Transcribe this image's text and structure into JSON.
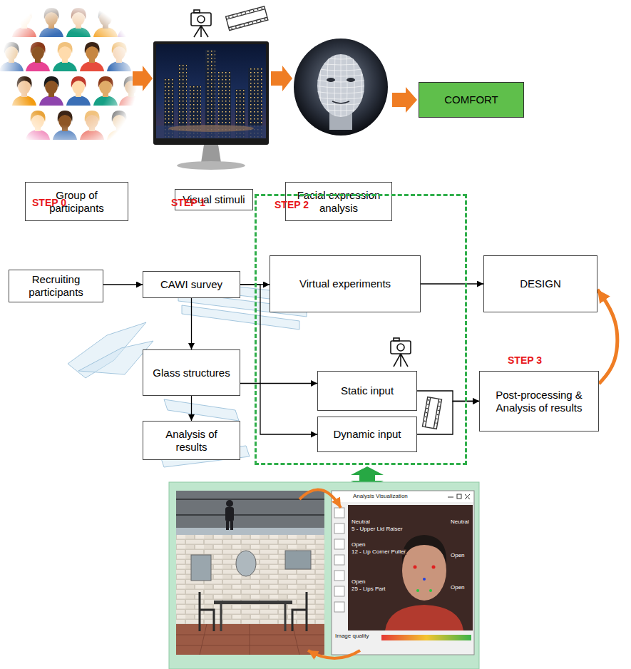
{
  "diagram": {
    "nodes": [
      {
        "text": [
          "Group of participants"
        ]
      },
      {
        "text": [
          "Visual stimuli"
        ]
      },
      {
        "text": [
          "Facial expression analysis"
        ]
      },
      {
        "text": [
          "COMFORT"
        ]
      },
      {
        "text": [
          "Recruiting participants"
        ]
      },
      {
        "text": [
          "CAWI survey"
        ]
      },
      {
        "text": [
          "STEP 2"
        ]
      },
      {
        "text": [
          "Virtual experiments"
        ],
        "in": 6
      },
      {
        "text": [
          "DESIGN"
        ]
      },
      {
        "text": [
          "Glass structures"
        ]
      },
      {
        "text": [
          "Static input"
        ],
        "in": 6
      },
      {
        "text": [
          "Dynamic input"
        ],
        "in": 6
      },
      {
        "text": [
          "Post-processing & Analysis of results"
        ]
      },
      {
        "text": [
          "Analysis of results"
        ]
      }
    ],
    "edges": [
      {
        "from": 4,
        "to": 5,
        "arrow": "to"
      },
      {
        "from": 5,
        "to": 7,
        "arrow": "to"
      },
      {
        "from": 5,
        "to": 9,
        "arrow": "to"
      },
      {
        "from": 9,
        "to": 13,
        "arrow": "to"
      },
      {
        "from": 7,
        "to": 8,
        "arrow": "to"
      },
      {
        "from": 9,
        "to": 10,
        "arrow": "to"
      },
      {
        "from": 5,
        "to": 11,
        "arrow": "to"
      },
      {
        "from": 10,
        "to": 12,
        "arrow": "to"
      },
      {
        "from": 11,
        "to": 12,
        "arrow": "to"
      },
      {
        "from": 12,
        "to": 8,
        "arrow": "to"
      }
    ],
    "labels": [
      "STEP 0",
      "STEP 1",
      "STEP 3",
      "Analysis Visualization",
      "Neutral",
      "5 - Upper Lid Raiser",
      "Neutral",
      "Open",
      "12 - Lip Corner Puller",
      "Open",
      "Open",
      "25 - Lips Part",
      "Open",
      "Image quality"
    ]
  }
}
